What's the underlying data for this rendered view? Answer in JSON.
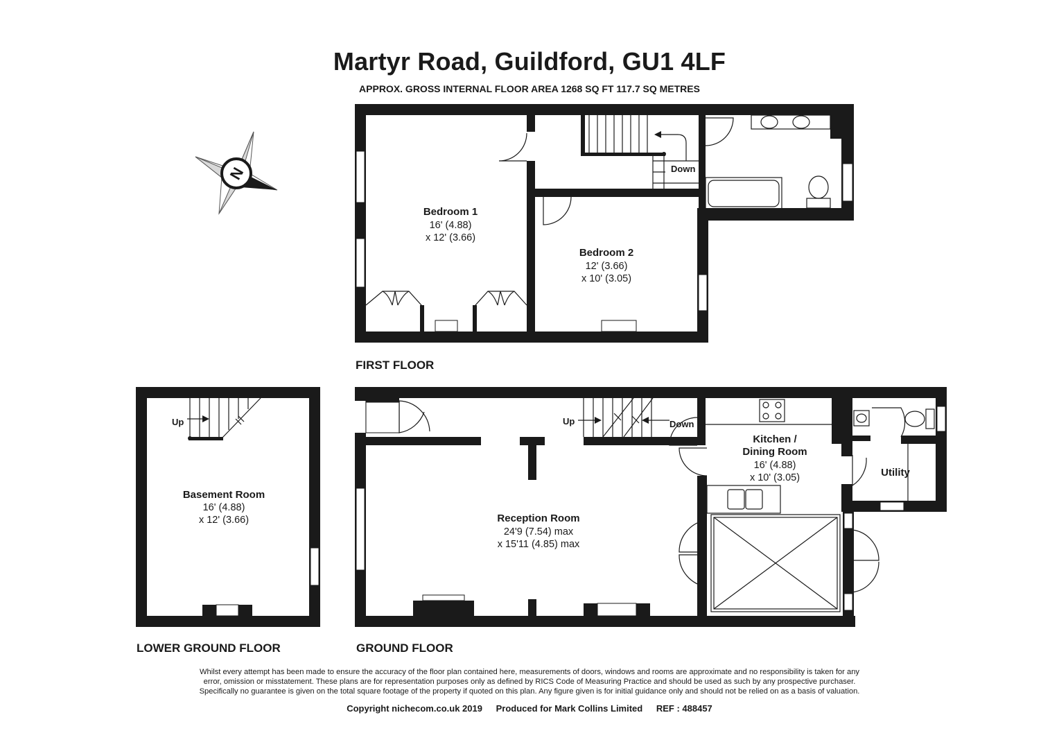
{
  "header": {
    "title": "Martyr Road, Guildford, GU1 4LF",
    "subtitle": "APPROX. GROSS INTERNAL FLOOR AREA 1268 SQ FT 117.7 SQ METRES"
  },
  "compass": {
    "label": "N"
  },
  "floors": {
    "first": "FIRST FLOOR",
    "ground": "GROUND FLOOR",
    "lower": "LOWER GROUND FLOOR"
  },
  "rooms": {
    "bedroom1": {
      "name": "Bedroom 1",
      "dim1": "16' (4.88)",
      "dim2": "x 12' (3.66)"
    },
    "bedroom2": {
      "name": "Bedroom 2",
      "dim1": "12' (3.66)",
      "dim2": "x 10' (3.05)"
    },
    "basement": {
      "name": "Basement Room",
      "dim1": "16' (4.88)",
      "dim2": "x 12' (3.66)"
    },
    "reception": {
      "name": "Reception Room",
      "dim1": "24'9 (7.54) max",
      "dim2": "x 15'11 (4.85) max"
    },
    "kitchen": {
      "name1": "Kitchen /",
      "name2": "Dining Room",
      "dim1": "16' (4.88)",
      "dim2": "x 10' (3.05)"
    },
    "utility": {
      "name": "Utility"
    }
  },
  "stair_labels": {
    "first_down": "Down",
    "ground_up": "Up",
    "ground_down": "Down",
    "lower_up": "Up"
  },
  "disclaimer": [
    "Whilst every attempt has been made to ensure the accuracy of the floor plan contained here, measurements of doors, windows and rooms are approximate and no responsibility is taken for any",
    "error, omission or misstatement. These plans are for representation purposes only as defined by RICS Code of Measuring Practice and should be used as such by any prospective purchaser.",
    "Specifically no guarantee is given on the total square footage of the property if quoted on this plan. Any figure given is for initial guidance only and should not be relied on as a basis of valuation."
  ],
  "footer": {
    "copyright": "Copyright nichecom.co.uk 2019",
    "produced": "Produced for Mark Collins Limited",
    "ref": "REF :  488457"
  },
  "colors": {
    "wall": "#1a1a1a",
    "background": "#ffffff"
  }
}
